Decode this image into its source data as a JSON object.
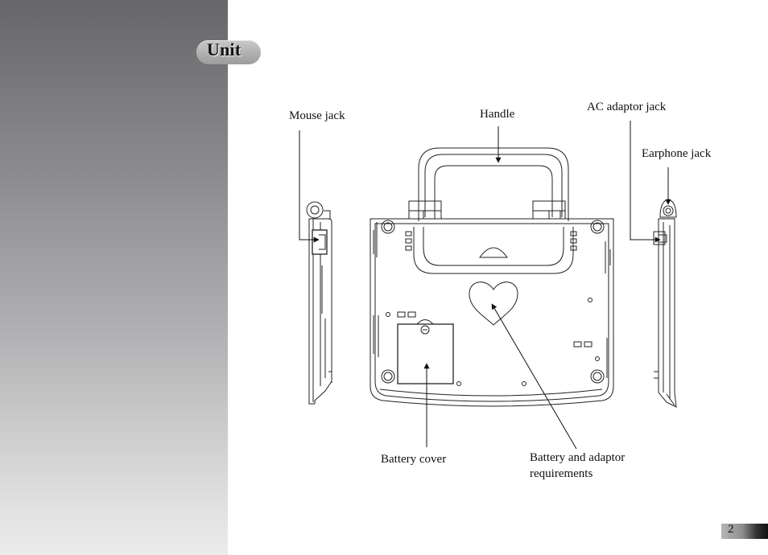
{
  "section": {
    "title": "Unit"
  },
  "labels": {
    "mouse_jack": "Mouse jack",
    "handle": "Handle",
    "ac_adaptor_jack": "AC adaptor jack",
    "earphone_jack": "Earphone jack",
    "battery_cover": "Battery cover",
    "battery_requirements_line1": "Battery and adaptor",
    "battery_requirements_line2": "requirements"
  },
  "page": {
    "number": "2"
  }
}
